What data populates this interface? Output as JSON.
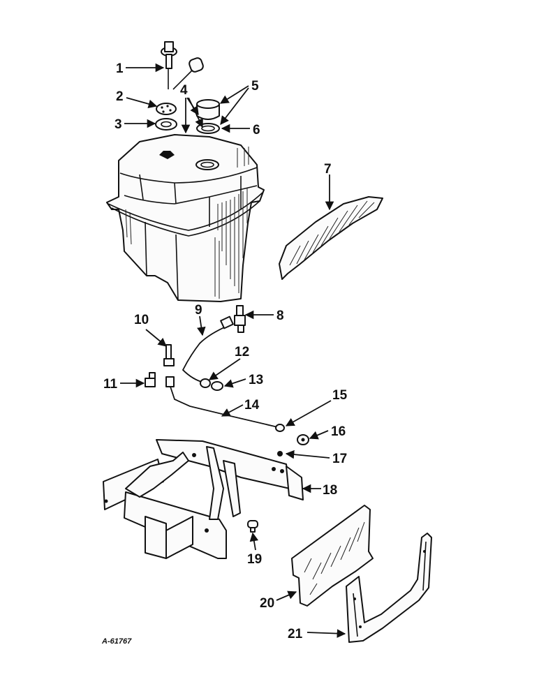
{
  "diagram": {
    "reference_code": "A-61767",
    "callouts": [
      "1",
      "2",
      "3",
      "4",
      "5",
      "6",
      "7",
      "8",
      "9",
      "10",
      "11",
      "12",
      "13",
      "14",
      "15",
      "16",
      "17",
      "18",
      "19",
      "20",
      "21"
    ]
  }
}
